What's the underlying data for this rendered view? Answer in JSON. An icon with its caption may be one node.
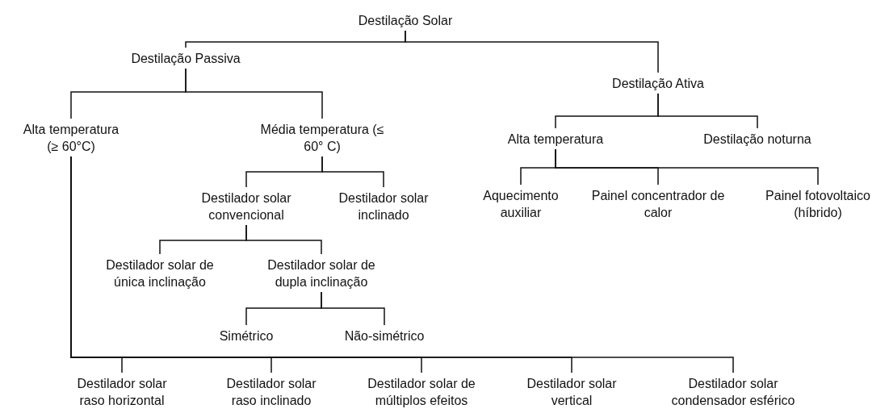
{
  "diagram": {
    "nodes": [
      {
        "text": [
          "Destilação Solar"
        ]
      },
      {
        "text": [
          "Destilação Passiva"
        ]
      },
      {
        "text": [
          "Destilação Ativa"
        ]
      },
      {
        "text": [
          "Alta temperatura (≥ 60°C)"
        ]
      },
      {
        "text": [
          "Média temperatura (≤ 60° C)"
        ]
      },
      {
        "text": [
          "Alta temperatura"
        ]
      },
      {
        "text": [
          "Destilação noturna"
        ]
      },
      {
        "text": [
          "Aquecimento auxiliar"
        ]
      },
      {
        "text": [
          "Painel concentrador de calor"
        ]
      },
      {
        "text": [
          "Painel fotovoltaico (híbrido)"
        ]
      },
      {
        "text": [
          "Destilador solar convencional"
        ]
      },
      {
        "text": [
          "Destilador solar inclinado"
        ]
      },
      {
        "text": [
          "Destilador solar de única inclinação"
        ]
      },
      {
        "text": [
          "Destilador solar de dupla inclinação"
        ]
      },
      {
        "text": [
          "Simétrico"
        ]
      },
      {
        "text": [
          "Não-simétrico"
        ]
      },
      {
        "text": [
          "Destilador solar raso horizontal"
        ]
      },
      {
        "text": [
          "Destilador solar raso inclinado"
        ]
      },
      {
        "text": [
          "Destilador solar de múltiplos efeitos"
        ]
      },
      {
        "text": [
          "Destilador solar vertical"
        ]
      },
      {
        "text": [
          "Destilador solar condensador esférico"
        ]
      }
    ],
    "edges": [
      {
        "from": 0,
        "to": 1,
        "arrow": "none"
      },
      {
        "from": 0,
        "to": 2,
        "arrow": "none"
      },
      {
        "from": 1,
        "to": 3,
        "arrow": "none"
      },
      {
        "from": 1,
        "to": 4,
        "arrow": "none"
      },
      {
        "from": 2,
        "to": 5,
        "arrow": "none"
      },
      {
        "from": 2,
        "to": 6,
        "arrow": "none"
      },
      {
        "from": 5,
        "to": 7,
        "arrow": "none"
      },
      {
        "from": 5,
        "to": 8,
        "arrow": "none"
      },
      {
        "from": 5,
        "to": 9,
        "arrow": "none"
      },
      {
        "from": 4,
        "to": 10,
        "arrow": "none"
      },
      {
        "from": 4,
        "to": 11,
        "arrow": "none"
      },
      {
        "from": 10,
        "to": 12,
        "arrow": "none"
      },
      {
        "from": 10,
        "to": 13,
        "arrow": "none"
      },
      {
        "from": 13,
        "to": 14,
        "arrow": "none"
      },
      {
        "from": 13,
        "to": 15,
        "arrow": "none"
      },
      {
        "from": 3,
        "to": 16,
        "arrow": "none"
      },
      {
        "from": 3,
        "to": 17,
        "arrow": "none"
      },
      {
        "from": 3,
        "to": 18,
        "arrow": "none"
      },
      {
        "from": 3,
        "to": 19,
        "arrow": "none"
      },
      {
        "from": 3,
        "to": 20,
        "arrow": "none"
      }
    ]
  }
}
